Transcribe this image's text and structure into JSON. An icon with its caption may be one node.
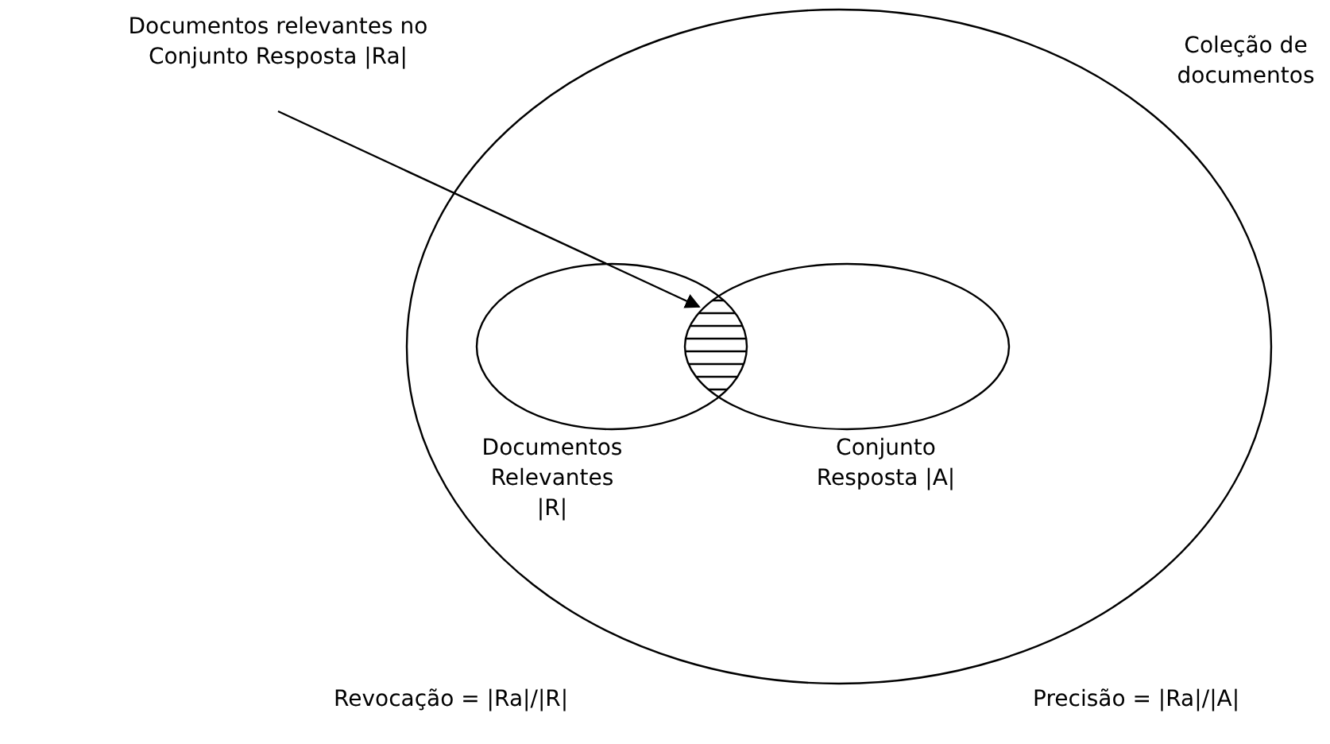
{
  "diagram": {
    "nodes": [
      {
        "text": [
          "Coleção de documentos"
        ]
      },
      {
        "text": [
          "Documentos Relevantes |R|"
        ],
        "in": 0
      },
      {
        "text": [
          "Conjunto Resposta |A|"
        ],
        "in": 0
      },
      {
        "text": [],
        "shape": "lens"
      },
      {
        "text": [
          "Documentos relevantes no Conjunto Resposta |Ra|"
        ]
      }
    ],
    "edges": [
      {
        "from": 4,
        "to": 3,
        "arrow": "to"
      }
    ],
    "labels": [
      "Revocação = |Ra|/|R|",
      "Precisão = |Ra|/|A|"
    ]
  }
}
